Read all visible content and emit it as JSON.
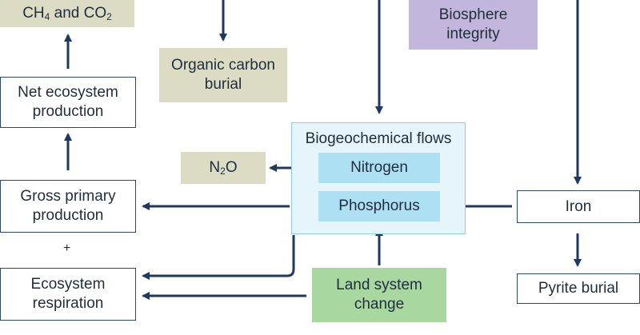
{
  "nodes": {
    "ch4_co2": {
      "pre": "CH",
      "sub1": "4",
      "mid": " and CO",
      "sub2": "2"
    },
    "net_ecosystem_production": "Net ecosystem production",
    "gross_primary_production": "Gross primary production",
    "plus": "+",
    "ecosystem_respiration": "Ecosystem respiration",
    "organic_carbon_burial": "Organic carbon burial",
    "n2o": {
      "pre": "N",
      "sub": "2",
      "post": "O"
    },
    "biosphere_integrity": "Biosphere integrity",
    "biogeochemical_flows": "Biogeochemical flows",
    "nitrogen": "Nitrogen",
    "phosphorus": "Phosphorus",
    "land_system_change": "Land system change",
    "iron": "Iron",
    "pyrite_burial": "Pyrite burial"
  },
  "colors": {
    "arrow": "#1f3a60",
    "khaki": "#dcdcc4",
    "purple": "#c3b6dc",
    "green": "#a8d8a0",
    "cyan": "#aee0f4",
    "flows_bg": "#e6f4fb"
  }
}
